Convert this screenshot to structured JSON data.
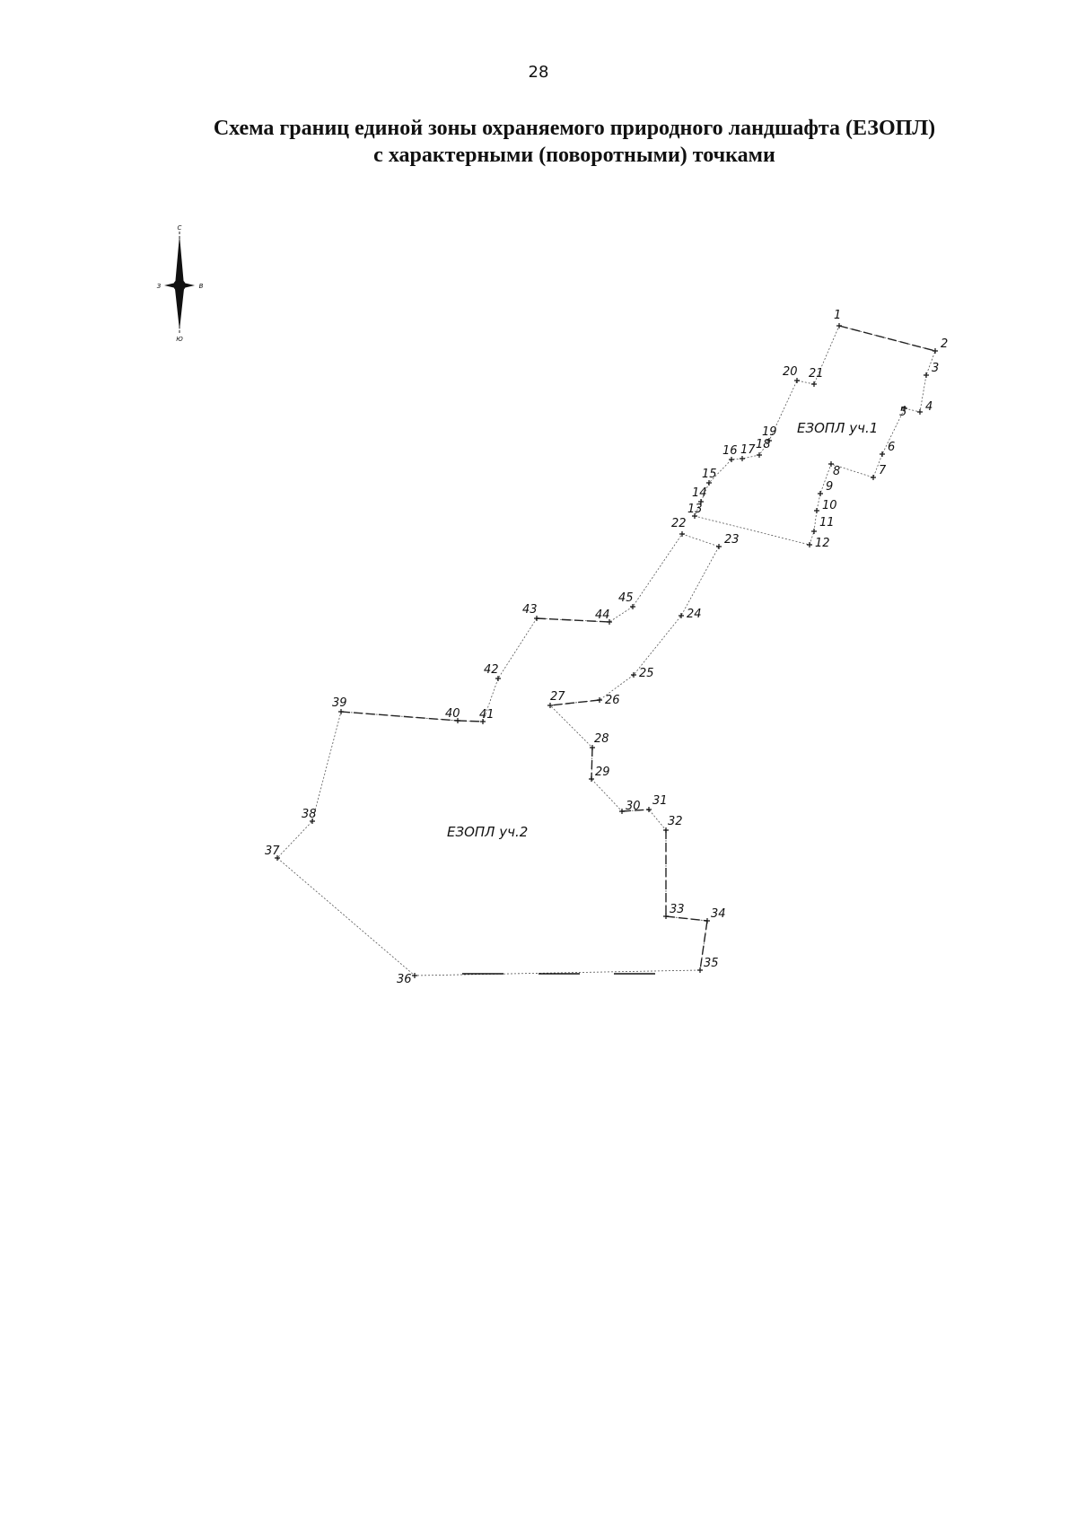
{
  "page_number": "28",
  "title": {
    "line1": "Схема границ единой зоны охраняемого природного ландшафта (ЕЗОПЛ)",
    "line2": "с характерными (поворотными) точками"
  },
  "compass": {
    "north": "С",
    "south": "Ю",
    "east": "В",
    "west": "З"
  },
  "zones": [
    {
      "label": "ЕЗОПЛ уч.1"
    },
    {
      "label": "ЕЗОПЛ уч.2"
    }
  ],
  "points": [
    "1",
    "2",
    "3",
    "4",
    "5",
    "6",
    "7",
    "8",
    "9",
    "10",
    "11",
    "12",
    "13",
    "14",
    "15",
    "16",
    "17",
    "18",
    "19",
    "20",
    "21",
    "22",
    "23",
    "24",
    "25",
    "26",
    "27",
    "28",
    "29",
    "30",
    "31",
    "32",
    "33",
    "34",
    "35",
    "36",
    "37",
    "38",
    "39",
    "40",
    "41",
    "42",
    "43",
    "44",
    "45"
  ]
}
